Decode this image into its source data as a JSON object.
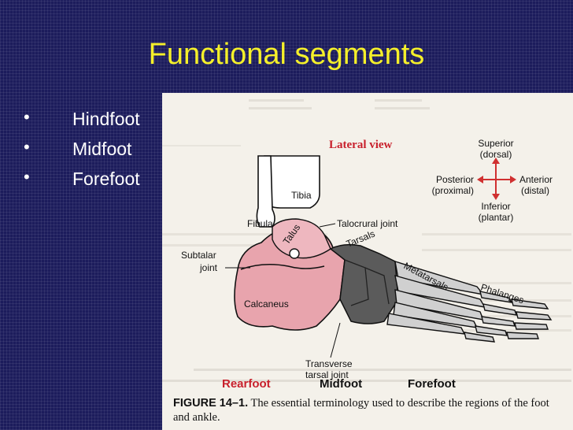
{
  "slide": {
    "title": "Functional segments",
    "bullets": [
      {
        "marker": "•",
        "text": "Hindfoot"
      },
      {
        "marker": "•",
        "text": "Midfoot"
      },
      {
        "marker": "•",
        "text": "Forefoot"
      }
    ]
  },
  "figure": {
    "view_title": "Lateral view",
    "orientation": {
      "superior": "Superior",
      "superior_sub": "(dorsal)",
      "posterior": "Posterior",
      "posterior_sub": "(proximal)",
      "anterior": "Anterior",
      "anterior_sub": "(distal)",
      "inferior": "Inferior",
      "inferior_sub": "(plantar)"
    },
    "labels": {
      "tibia": "Tibia",
      "fibula": "Fibula",
      "talocrural": "Talocrural joint",
      "talus": "Talus",
      "tarsals": "Tarsals",
      "subtalar_1": "Subtalar",
      "subtalar_2": "joint",
      "metatarsals": "Metatarsals",
      "phalanges": "Phalanges",
      "calcaneus": "Calcaneus",
      "transverse_1": "Transverse",
      "transverse_2": "tarsal joint"
    },
    "regions": {
      "rearfoot": "Rearfoot",
      "midfoot": "Midfoot",
      "forefoot": "Forefoot"
    },
    "caption_label": "FIGURE 14–1.",
    "caption_text": "The essential terminology used to describe the regions of the foot and ankle.",
    "colors": {
      "rearfoot": "#e8a4ad",
      "midfoot": "#5b5b5b",
      "forefoot": "#d0d0d0",
      "region_red": "#c8202c",
      "arrow_red": "#d03030"
    }
  }
}
